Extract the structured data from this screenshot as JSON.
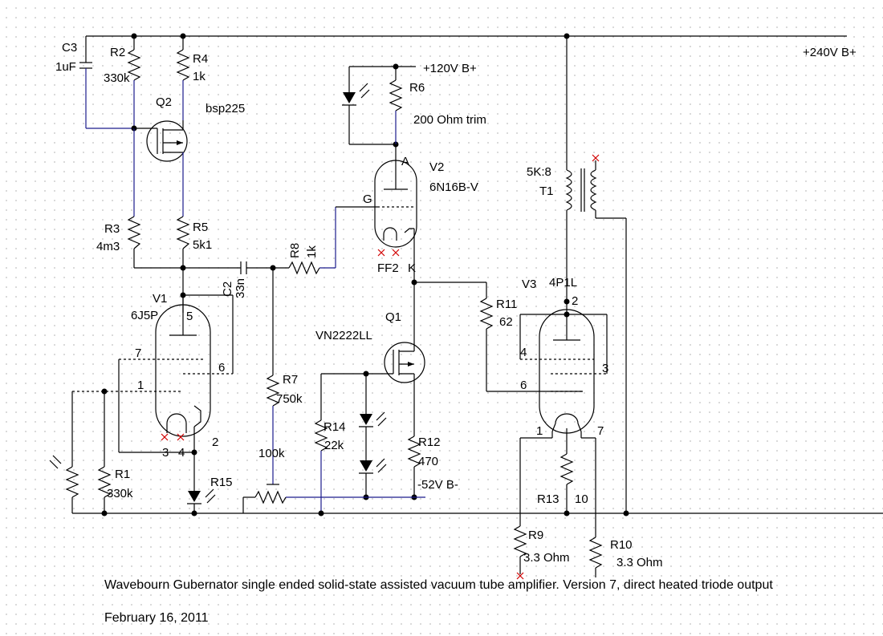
{
  "rails": {
    "bplus_240": "+240V B+",
    "bplus_120": "+120V B+",
    "bminus_52": "-52V B-"
  },
  "components": {
    "c3": {
      "ref": "C3",
      "value": "1uF"
    },
    "r2": {
      "ref": "R2",
      "value": "330k"
    },
    "r4": {
      "ref": "R4",
      "value": "1k"
    },
    "q2": {
      "ref": "Q2",
      "value": "bsp225"
    },
    "r3": {
      "ref": "R3",
      "value": "4m3"
    },
    "r5": {
      "ref": "R5",
      "value": "5k1"
    },
    "c2": {
      "ref": "C2",
      "value": "33n"
    },
    "r8": {
      "ref": "R8",
      "value": "1k"
    },
    "r6": {
      "ref": "R6",
      "value": "200 Ohm trim"
    },
    "v2": {
      "ref": "V2",
      "value": "6N16B-V",
      "pin_a": "A",
      "pin_g": "G",
      "pin_ff": "FF2",
      "pin_k": "K"
    },
    "v1": {
      "ref": "V1",
      "value": "6J5P",
      "pins": [
        "5",
        "7",
        "6",
        "1",
        "3",
        "4",
        "2"
      ]
    },
    "r7": {
      "ref": "R7",
      "value": "750k"
    },
    "pot": {
      "value": "100k"
    },
    "q1": {
      "ref": "Q1",
      "value": "VN2222LL"
    },
    "r14": {
      "ref": "R14",
      "value": "22k"
    },
    "r12": {
      "ref": "R12",
      "value": "470"
    },
    "r1": {
      "ref": "R1",
      "value": "330k"
    },
    "r15": {
      "ref": "R15"
    },
    "t1": {
      "ref": "T1",
      "value": "5K:8"
    },
    "v3": {
      "ref": "V3",
      "value": "4P1L",
      "pins": [
        "2",
        "4",
        "3",
        "6",
        "1",
        "7"
      ]
    },
    "r11": {
      "ref": "R11",
      "value": "62"
    },
    "r13": {
      "ref": "R13",
      "value": "10"
    },
    "r9": {
      "ref": "R9",
      "value": "3.3 Ohm"
    },
    "r10": {
      "ref": "R10",
      "value": "3.3 Ohm"
    }
  },
  "caption": {
    "title": "Wavebourn Gubernator single ended solid-state assisted vacuum tube amplifier. Version 7, direct heated triode output",
    "date": "February 16, 2011"
  },
  "colors": {
    "wire": "#000000",
    "lead": "#1a1a8c",
    "unconnected_marker": "#d00000",
    "grid_dot": "#b8b8b8"
  }
}
